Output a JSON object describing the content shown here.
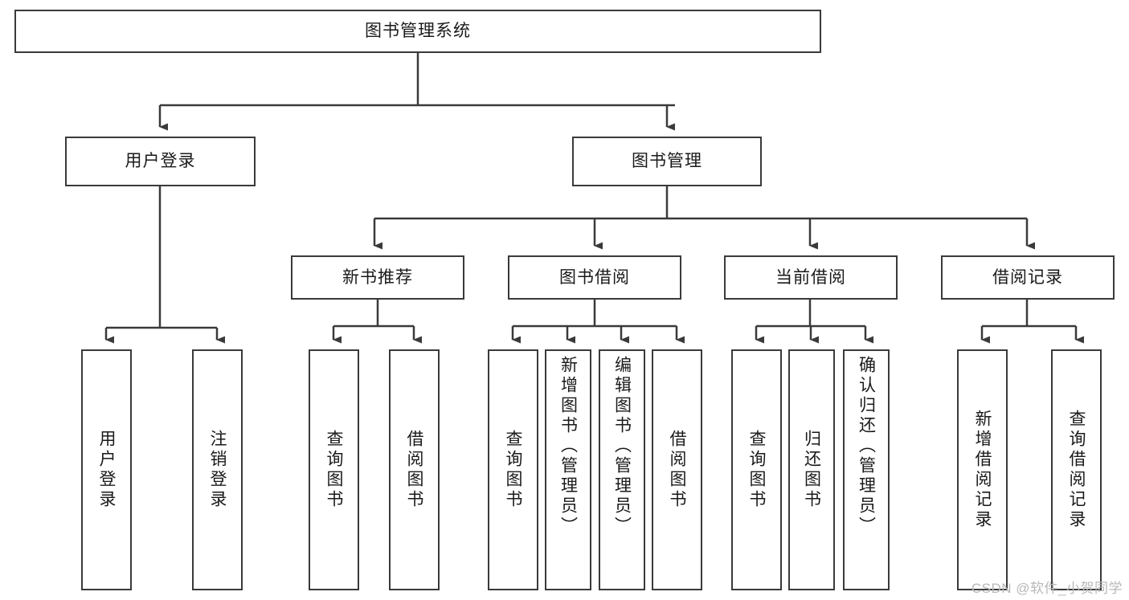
{
  "diagram": {
    "type": "tree-hierarchy-chart",
    "title_node": {
      "id": "root",
      "label": "图书管理系统"
    },
    "level2": [
      {
        "id": "user-login",
        "label": "用户登录"
      },
      {
        "id": "book-management",
        "label": "图书管理"
      }
    ],
    "level3": [
      {
        "id": "new-book-recommend",
        "label": "新书推荐",
        "parent": "book-management"
      },
      {
        "id": "book-borrow",
        "label": "图书借阅",
        "parent": "book-management"
      },
      {
        "id": "current-borrow",
        "label": "当前借阅",
        "parent": "book-management"
      },
      {
        "id": "borrow-record",
        "label": "借阅记录",
        "parent": "book-management"
      }
    ],
    "leaves": {
      "user_login": [
        {
          "id": "leaf-user-login",
          "label": "用户登录"
        },
        {
          "id": "leaf-logout-login",
          "label": "注销登录"
        }
      ],
      "new_book_recommend": [
        {
          "id": "leaf-query-book-1",
          "label": "查询图书"
        },
        {
          "id": "leaf-borrow-book-1",
          "label": "借阅图书"
        }
      ],
      "book_borrow": [
        {
          "id": "leaf-query-book-2",
          "label": "查询图书"
        },
        {
          "id": "leaf-add-book",
          "label": "新增图书（管理员）"
        },
        {
          "id": "leaf-edit-book",
          "label": "编辑图书（管理员）"
        },
        {
          "id": "leaf-borrow-book-2",
          "label": "借阅图书"
        }
      ],
      "current_borrow": [
        {
          "id": "leaf-query-book-3",
          "label": "查询图书"
        },
        {
          "id": "leaf-return-book",
          "label": "归还图书"
        },
        {
          "id": "leaf-confirm-return",
          "label": "确认归还（管理员）"
        }
      ],
      "borrow_record": [
        {
          "id": "leaf-add-record",
          "label": "新增借阅记录"
        },
        {
          "id": "leaf-query-record",
          "label": "查询借阅记录"
        }
      ]
    }
  },
  "watermark": {
    "text": "CSDN @软件_小贺同学"
  },
  "colors": {
    "stroke": "#3a3a3a",
    "box_fill": "#ffffff",
    "text": "#1a1a1a",
    "watermark": "#b8b8b8",
    "background": "#ffffff"
  }
}
